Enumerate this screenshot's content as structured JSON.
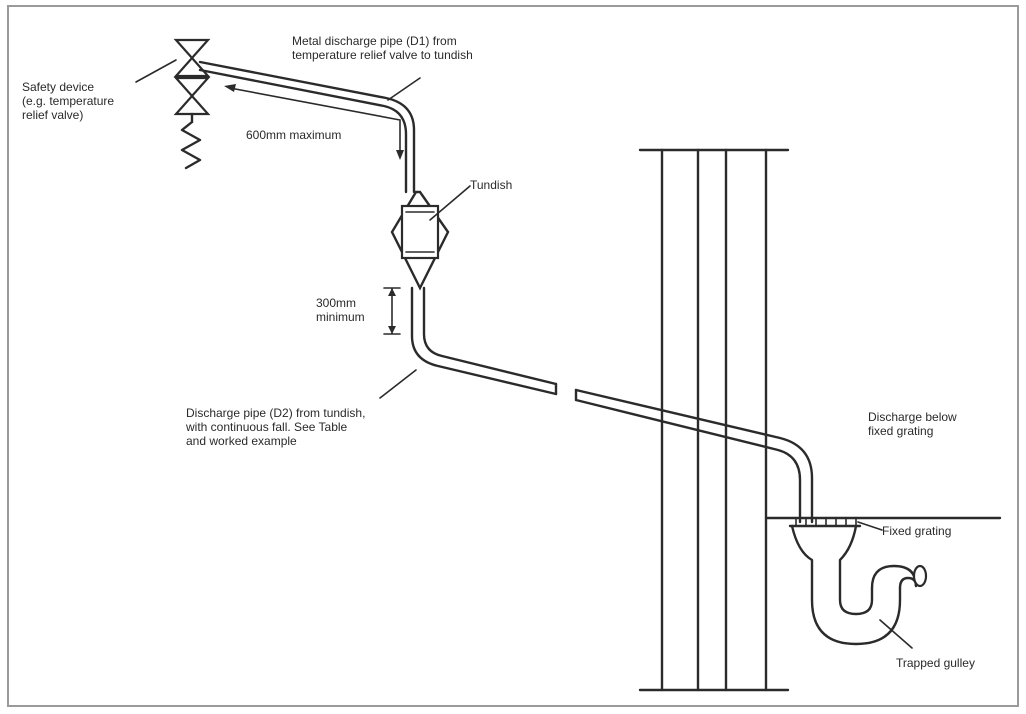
{
  "labels": {
    "safety_device": [
      "Safety device",
      "(e.g. temperature",
      "relief valve)"
    ],
    "metal_pipe": [
      "Metal discharge pipe (D1) from",
      "temperature relief valve to tundish"
    ],
    "max_600": "600mm maximum",
    "tundish": "Tundish",
    "min_300": [
      "300mm",
      "minimum"
    ],
    "discharge_d2": [
      "Discharge pipe (D2) from tundish,",
      "with continuous fall. See Table",
      "and worked example"
    ],
    "discharge_below": [
      "Discharge below",
      "fixed grating"
    ],
    "fixed_grating": "Fixed grating",
    "trapped_gulley": "Trapped gulley"
  },
  "colors": {
    "ink": "#2b2b2b",
    "background": "#ffffff"
  }
}
